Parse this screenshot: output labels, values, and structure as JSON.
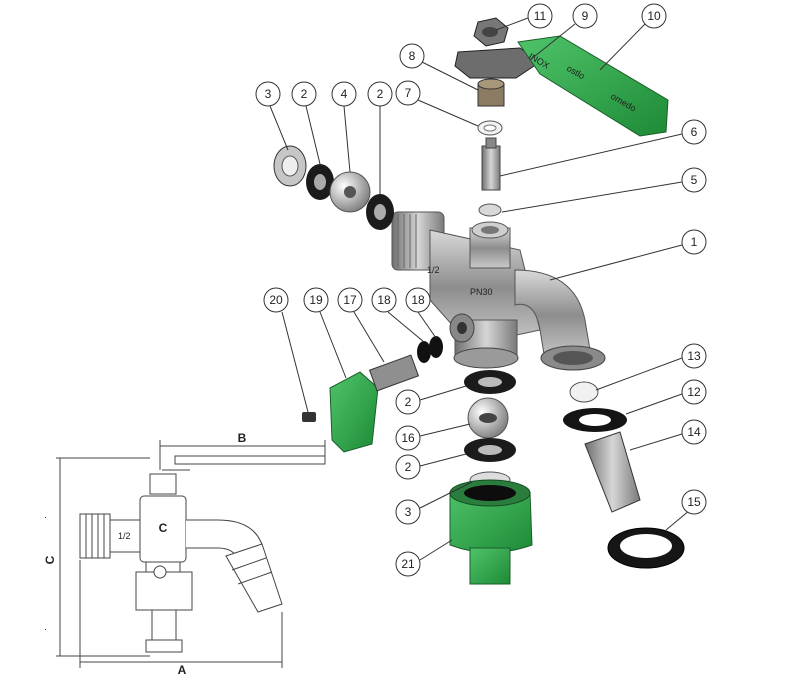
{
  "callouts": [
    {
      "id": "11",
      "label": "11"
    },
    {
      "id": "9",
      "label": "9"
    },
    {
      "id": "10",
      "label": "10"
    },
    {
      "id": "8",
      "label": "8"
    },
    {
      "id": "7",
      "label": "7"
    },
    {
      "id": "6",
      "label": "6"
    },
    {
      "id": "5",
      "label": "5"
    },
    {
      "id": "1",
      "label": "1"
    },
    {
      "id": "3a",
      "label": "3"
    },
    {
      "id": "2a",
      "label": "2"
    },
    {
      "id": "4",
      "label": "4"
    },
    {
      "id": "2b",
      "label": "2"
    },
    {
      "id": "20",
      "label": "20"
    },
    {
      "id": "19",
      "label": "19"
    },
    {
      "id": "17",
      "label": "17"
    },
    {
      "id": "18a",
      "label": "18"
    },
    {
      "id": "18b",
      "label": "18"
    },
    {
      "id": "13",
      "label": "13"
    },
    {
      "id": "12",
      "label": "12"
    },
    {
      "id": "14",
      "label": "14"
    },
    {
      "id": "15",
      "label": "15"
    },
    {
      "id": "2c",
      "label": "2"
    },
    {
      "id": "16",
      "label": "16"
    },
    {
      "id": "2d",
      "label": "2"
    },
    {
      "id": "3b",
      "label": "3"
    },
    {
      "id": "21",
      "label": "21"
    }
  ],
  "body_markings": {
    "size": "1/2",
    "pn": "PN30"
  },
  "handle_markings": {
    "brand": "ostlo",
    "model": "omedo",
    "steel": "INOX"
  },
  "drawing": {
    "dim_a": "A",
    "dim_b": "B",
    "dim_c": "C",
    "size": "1/2"
  },
  "colors": {
    "accent": "#2fa64a",
    "metal": "#9a9a9a",
    "dark": "#1a1a1a"
  }
}
